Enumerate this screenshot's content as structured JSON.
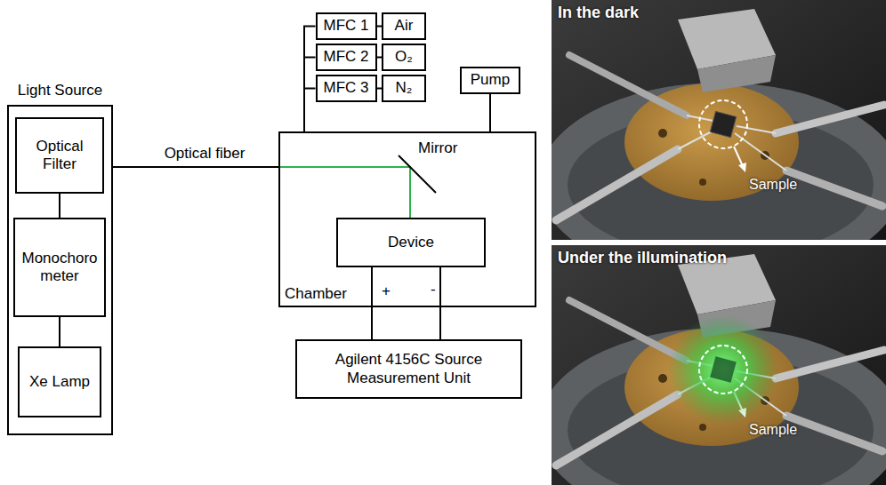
{
  "diagram": {
    "nodes": [
      {
        "text": [
          "Light Source"
        ]
      },
      {
        "text": [
          "Optical Filter"
        ],
        "in": 0
      },
      {
        "text": [
          "Monochoro meter"
        ],
        "in": 0
      },
      {
        "text": [
          "Xe Lamp"
        ],
        "in": 0
      },
      {
        "text": [
          "MFC 1"
        ]
      },
      {
        "text": [
          "Air"
        ]
      },
      {
        "text": [
          "MFC 2"
        ]
      },
      {
        "text": [
          "O₂"
        ]
      },
      {
        "text": [
          "MFC 3"
        ]
      },
      {
        "text": [
          "N₂"
        ]
      },
      {
        "text": [
          "Pump"
        ]
      },
      {
        "text": [
          "Chamber"
        ]
      },
      {
        "text": [
          "Device"
        ],
        "in": 11
      },
      {
        "text": [
          "Agilent 4156C Source Measurement Unit"
        ]
      }
    ],
    "edges": [
      {
        "from": 1,
        "to": 2,
        "arrow": "none"
      },
      {
        "from": 2,
        "to": 3,
        "arrow": "none"
      },
      {
        "from": 0,
        "to": 11,
        "label": "Optical fiber",
        "arrow": "none"
      },
      {
        "from": 4,
        "to": 5,
        "arrow": "none"
      },
      {
        "from": 6,
        "to": 7,
        "arrow": "none"
      },
      {
        "from": 8,
        "to": 9,
        "arrow": "none"
      },
      {
        "from": 4,
        "to": 11,
        "arrow": "none"
      },
      {
        "from": 6,
        "to": 11,
        "arrow": "none"
      },
      {
        "from": 8,
        "to": 11,
        "arrow": "none"
      },
      {
        "from": 10,
        "to": 11,
        "arrow": "none"
      },
      {
        "from": 12,
        "to": 13,
        "arrow": "none"
      },
      {
        "from": 12,
        "to": 13,
        "arrow": "none"
      }
    ],
    "labels": [
      "Mirror",
      "+",
      "-",
      "In the dark",
      "Sample",
      "Under the illumination",
      "Sample"
    ]
  }
}
